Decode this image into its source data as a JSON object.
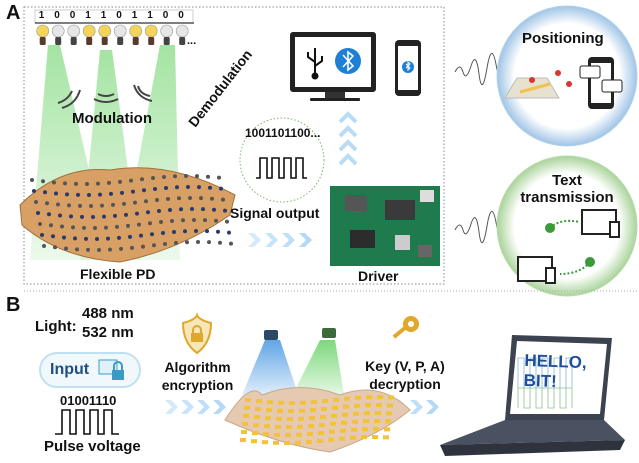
{
  "panel_a": {
    "label": "A",
    "bits": [
      "1",
      "0",
      "0",
      "1",
      "1",
      "0",
      "1",
      "1",
      "0",
      "0"
    ],
    "bits_ellipsis": "...",
    "modulation": "Modulation",
    "flexible_pd": "Flexible PD",
    "demodulation": "Demodulation",
    "demod_bits": "1001101100...",
    "signal_output": "Signal output",
    "driver": "Driver",
    "positioning": "Positioning",
    "text_transmission_1": "Text",
    "text_transmission_2": "transmission"
  },
  "panel_b": {
    "label": "B",
    "light_label": "Light:",
    "wavelength_1": "488 nm",
    "wavelength_2": "532 nm",
    "input": "Input",
    "input_bits": "01001110",
    "pulse_voltage": "Pulse voltage",
    "algorithm_1": "Algorithm",
    "algorithm_2": "encryption",
    "key_1": "Key (V, P, A)",
    "key_2": "decryption",
    "screen_text_1": "HELLO,",
    "screen_text_2": "BIT!"
  },
  "colors": {
    "green_light": "#7dd87a",
    "blue_light": "#6fb6ea",
    "bulb_on": "#f3d55a",
    "bulb_off": "#e6e6e6",
    "chevron": "#a9d4f5",
    "bubble_blue": "#9fc4e6",
    "bubble_green": "#a9d39a"
  }
}
